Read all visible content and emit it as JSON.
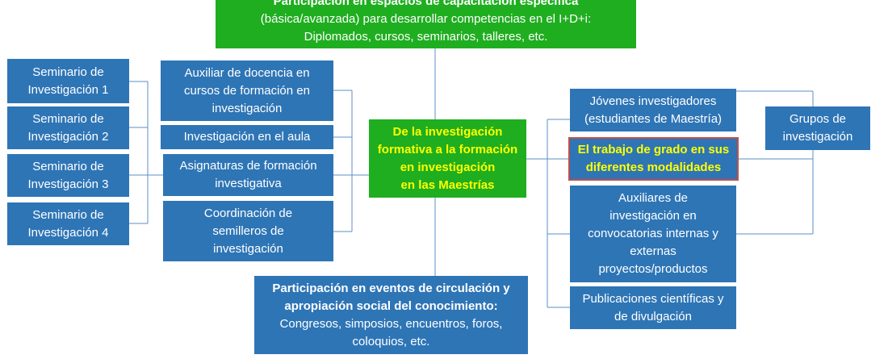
{
  "top": {
    "title": "Participación en espacios de capacitación específica",
    "line2": "(básica/avanzada) para desarrollar competencias en el I+D+i:",
    "line3": "Diplomados, cursos, seminarios, talleres, etc."
  },
  "center": {
    "lines": [
      "De la investigación",
      "formativa a la formación",
      "en investigación",
      "en las Maestrías"
    ]
  },
  "bottom": {
    "line1": "Participación en eventos de circulación y",
    "line2": "apropiación social del conocimiento:",
    "line3": "Congresos, simposios, encuentros, foros,",
    "line4": "coloquios, etc."
  },
  "seminarios": [
    {
      "l1": "Seminario de",
      "l2": "Investigación 1"
    },
    {
      "l1": "Seminario de",
      "l2": "Investigación 2"
    },
    {
      "l1": "Seminario de",
      "l2": "Investigación 3"
    },
    {
      "l1": "Seminario de",
      "l2": "Investigación 4"
    }
  ],
  "left_activities": [
    {
      "lines": [
        "Auxiliar de docencia en",
        "cursos de formación en",
        "investigación"
      ]
    },
    {
      "lines": [
        "Investigación en el aula"
      ]
    },
    {
      "lines": [
        "Asignaturas de formación",
        "investigativa"
      ]
    },
    {
      "lines": [
        "Coordinación de",
        "semilleros de",
        "investigación"
      ]
    }
  ],
  "right_items": [
    {
      "lines": [
        "Jóvenes investigadores",
        "(estudiantes de Maestría)"
      ]
    },
    {
      "lines": [
        "El trabajo de grado en sus",
        "diferentes modalidades"
      ]
    },
    {
      "lines": [
        "Auxiliares de",
        "investigación  en",
        "convocatorias internas  y",
        "externas",
        "proyectos/productos"
      ]
    },
    {
      "lines": [
        "Publicaciones científicas y",
        "de divulgación"
      ]
    }
  ],
  "grupos": {
    "l1": "Grupos de",
    "l2": "investigación"
  },
  "colors": {
    "blue": "#2e75b6",
    "green": "#1fae1f",
    "highlight": "#ffff00",
    "outline": "#c0504d",
    "connector": "#5b8fc7"
  }
}
